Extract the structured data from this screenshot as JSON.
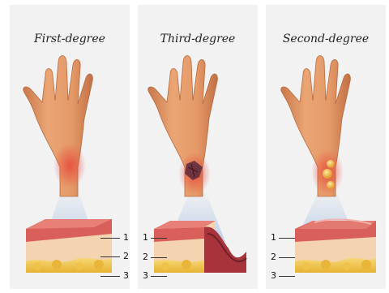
{
  "panels": [
    {
      "title": "First-degree",
      "layer_labels": [
        "1",
        "2",
        "3"
      ]
    },
    {
      "title": "Third-degree",
      "layer_labels": [
        "1",
        "2",
        "3"
      ]
    },
    {
      "title": "Second-degree",
      "layer_labels": [
        "1",
        "2",
        "3"
      ]
    }
  ],
  "colors": {
    "panel_bg": "#f2f2f2",
    "skin": "#e8a06e",
    "skin_shadow": "#c9784a",
    "burn_red": "#e0483c",
    "char": "#5a2a3c",
    "blister": "#f2c24a",
    "epidermis": "#d9605a",
    "dermis": "#f3d3b0",
    "fat": "#f0c64a",
    "beam": "#c9d8ee"
  }
}
